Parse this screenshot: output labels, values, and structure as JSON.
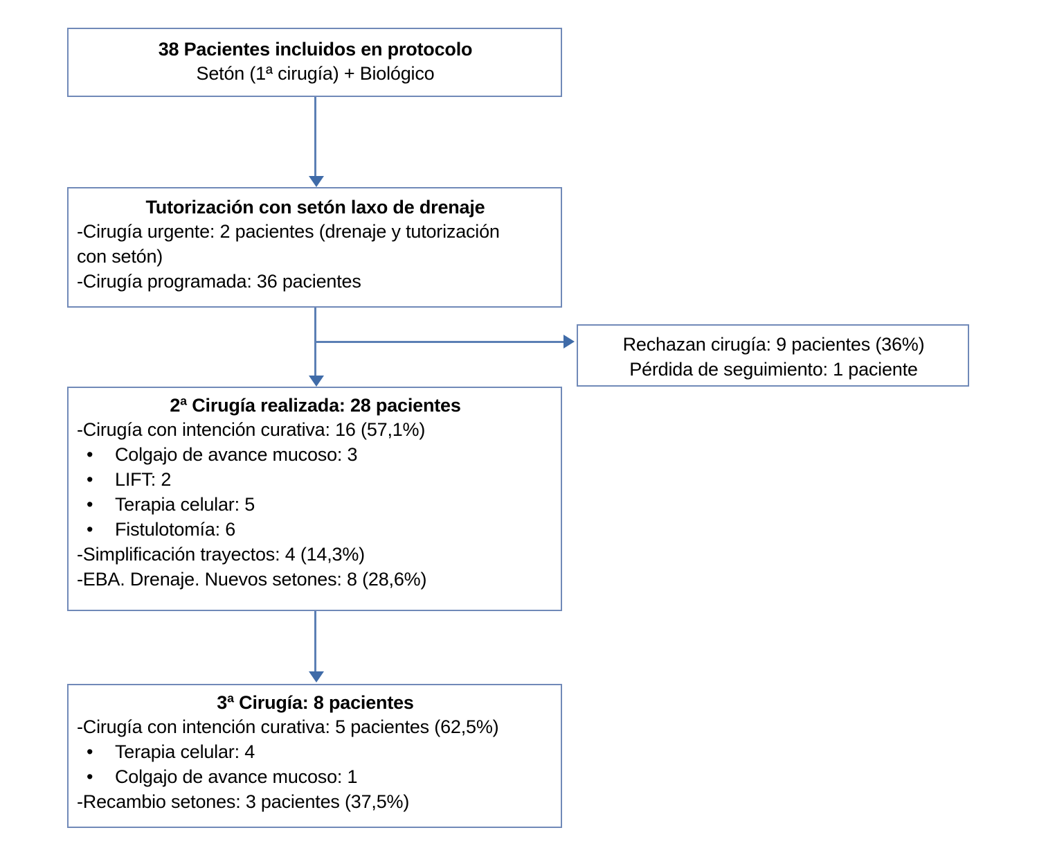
{
  "diagram": {
    "title": "Flujo de pacientes: protocolo setón + biológico",
    "colors": {
      "box_border": "#7089b8",
      "connector": "#5b7fb4",
      "arrowhead": "#3f6ba8",
      "background": "#ffffff",
      "text": "#000000"
    },
    "nodes": {
      "included": {
        "title": "38 Pacientes incluidos en protocolo",
        "subtitle": "Setón (1ª cirugía) + Biológico"
      },
      "seton": {
        "title": "Tutorización con setón laxo de drenaje",
        "line1": "-Cirugía urgente: 2 pacientes (drenaje y tutorización",
        "line2": "con setón)",
        "line3": "-Cirugía programada: 36 pacientes"
      },
      "excluded": {
        "line1": "Rechazan cirugía: 9 pacientes (36%)",
        "line2": "Pérdida de seguimiento: 1 paciente"
      },
      "surgery2": {
        "title": "2ª Cirugía realizada: 28 pacientes",
        "line1": "-Cirugía con intención curativa: 16 (57,1%)",
        "bullet1": "Colgajo de avance mucoso: 3",
        "bullet2": "LIFT: 2",
        "bullet3": "Terapia celular: 5",
        "bullet4": "Fistulotomía: 6",
        "line2": "-Simplificación trayectos: 4 (14,3%)",
        "line3": "-EBA. Drenaje. Nuevos setones: 8 (28,6%)",
        "bullet_glyph": "•"
      },
      "surgery3": {
        "title": "3ª Cirugía: 8 pacientes",
        "line1": "-Cirugía con intención curativa: 5 pacientes (62,5%)",
        "bullet1": "Terapia celular: 4",
        "bullet2": "Colgajo de avance mucoso: 1",
        "line2": "-Recambio setones: 3 pacientes (37,5%)",
        "bullet_glyph": "•"
      }
    }
  }
}
